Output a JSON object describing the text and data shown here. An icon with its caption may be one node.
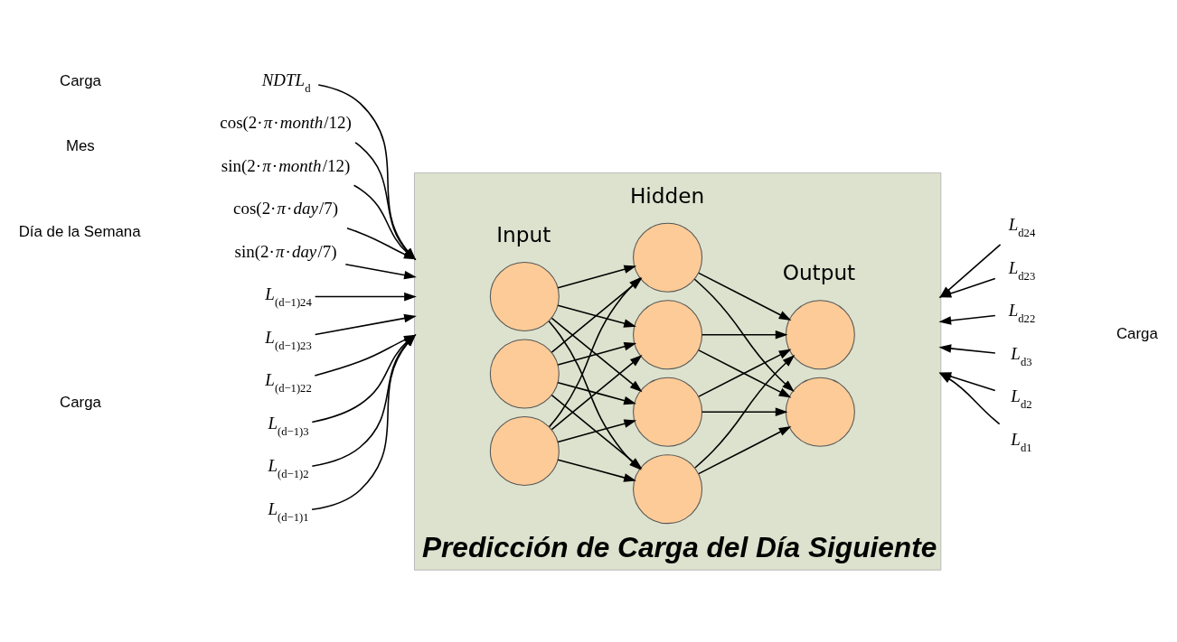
{
  "diagram": {
    "nodes": [
      {
        "text": [
          "Predicción de Carga del Día Siguiente"
        ]
      },
      {
        "text": [],
        "shape": "circle",
        "in": 0
      },
      {
        "text": [],
        "shape": "circle",
        "in": 0
      },
      {
        "text": [],
        "shape": "circle",
        "in": 0
      },
      {
        "text": [],
        "shape": "circle",
        "in": 0
      },
      {
        "text": [],
        "shape": "circle",
        "in": 0
      },
      {
        "text": [],
        "shape": "circle",
        "in": 0
      },
      {
        "text": [],
        "shape": "circle",
        "in": 0
      },
      {
        "text": [],
        "shape": "circle",
        "in": 0
      },
      {
        "text": [],
        "shape": "circle",
        "in": 0
      },
      {
        "text": [
          "*L*$_{(d−1)1}$"
        ]
      },
      {
        "text": [
          "*L*$_{(d−1)2}$"
        ]
      },
      {
        "text": [
          "*L*$_{(d−1)3}$"
        ]
      },
      {
        "text": [
          "*L*$_{(d−1)22}$"
        ]
      },
      {
        "text": [
          "*L*$_{(d−1)23}$"
        ]
      },
      {
        "text": [
          "*L*$_{(d−1)24}$"
        ]
      },
      {
        "text": [
          "sin(2·*π*·*day*/7)"
        ]
      },
      {
        "text": [
          "cos(2·*π*·*day*/7)"
        ]
      },
      {
        "text": [
          "sin(2·*π*·*month*/12)"
        ]
      },
      {
        "text": [
          "cos(2·*π*·*month*/12)"
        ]
      },
      {
        "text": [
          "*NDTL*$_{d}$"
        ]
      },
      {
        "text": [
          "*L*$_{d1}$"
        ]
      },
      {
        "text": [
          "*L*$_{d2}$"
        ]
      },
      {
        "text": [
          "*L*$_{d3}$"
        ]
      },
      {
        "text": [
          "*L*$_{d22}$"
        ]
      },
      {
        "text": [
          "*L*$_{d23}$"
        ]
      },
      {
        "text": [
          "*L*$_{d24}$"
        ]
      }
    ],
    "edges": [
      {
        "from": 1,
        "to": 4,
        "arrow": "to"
      },
      {
        "from": 1,
        "to": 5,
        "arrow": "to"
      },
      {
        "from": 1,
        "to": 6,
        "arrow": "to"
      },
      {
        "from": 1,
        "to": 7,
        "arrow": "to"
      },
      {
        "from": 2,
        "to": 4,
        "arrow": "to"
      },
      {
        "from": 2,
        "to": 5,
        "arrow": "to"
      },
      {
        "from": 2,
        "to": 6,
        "arrow": "to"
      },
      {
        "from": 2,
        "to": 7,
        "arrow": "to"
      },
      {
        "from": 3,
        "to": 4,
        "arrow": "to"
      },
      {
        "from": 3,
        "to": 5,
        "arrow": "to"
      },
      {
        "from": 3,
        "to": 6,
        "arrow": "to"
      },
      {
        "from": 3,
        "to": 7,
        "arrow": "to"
      },
      {
        "from": 4,
        "to": 8,
        "arrow": "to"
      },
      {
        "from": 4,
        "to": 9,
        "arrow": "to"
      },
      {
        "from": 5,
        "to": 8,
        "arrow": "to"
      },
      {
        "from": 5,
        "to": 9,
        "arrow": "to"
      },
      {
        "from": 6,
        "to": 8,
        "arrow": "to"
      },
      {
        "from": 6,
        "to": 9,
        "arrow": "to"
      },
      {
        "from": 7,
        "to": 8,
        "arrow": "to"
      },
      {
        "from": 7,
        "to": 9,
        "arrow": "to"
      },
      {
        "from": 10,
        "to": 0,
        "arrow": "to"
      },
      {
        "from": 11,
        "to": 0,
        "arrow": "to"
      },
      {
        "from": 12,
        "to": 0,
        "arrow": "to"
      },
      {
        "from": 13,
        "to": 0,
        "arrow": "to"
      },
      {
        "from": 14,
        "to": 0,
        "arrow": "to"
      },
      {
        "from": 15,
        "to": 0,
        "arrow": "to"
      },
      {
        "from": 16,
        "to": 0,
        "arrow": "to"
      },
      {
        "from": 17,
        "to": 0,
        "arrow": "to"
      },
      {
        "from": 18,
        "to": 0,
        "arrow": "to"
      },
      {
        "from": 19,
        "to": 0,
        "arrow": "to"
      },
      {
        "from": 20,
        "to": 0,
        "arrow": "to"
      },
      {
        "from": 21,
        "to": 0,
        "arrow": "to"
      },
      {
        "from": 22,
        "to": 0,
        "arrow": "to"
      },
      {
        "from": 23,
        "to": 0,
        "arrow": "to"
      },
      {
        "from": 24,
        "to": 0,
        "arrow": "to"
      },
      {
        "from": 25,
        "to": 0,
        "arrow": "to"
      },
      {
        "from": 26,
        "to": 0,
        "arrow": "to"
      }
    ],
    "labels": [
      "Hidden",
      "Input",
      "Output",
      "Carga",
      "Carga",
      "Día de la Semana",
      "Mes",
      "Carga"
    ]
  }
}
